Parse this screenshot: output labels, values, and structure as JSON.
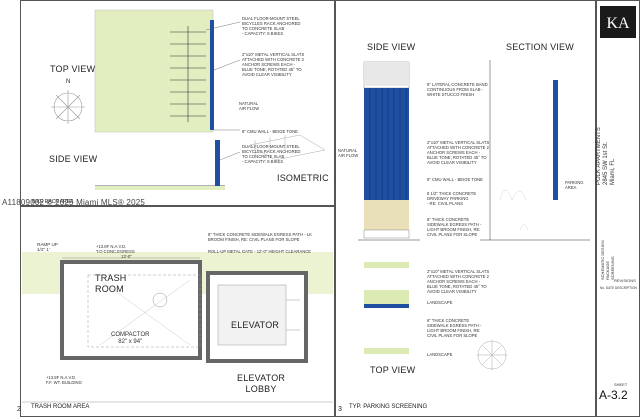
{
  "watermark": "A11809002 © 2025 Miami MLS® 2025",
  "panel1": {
    "top_view": "TOP VIEW",
    "compass_n": "N",
    "side_view": "SIDE VIEW",
    "isometric": "ISOMETRIC",
    "notes": [
      "DUAL FLOOR-MOUNT STEEL\nBICYCLES RACK ANCHORED\nTO CONCRETE SLAB\n- CAPACITY: 8 BIKES",
      "2\"x10\" METAL VERTICAL SLATS\nATTACHED WITH CONCRETE 2\nANCHOR SCREWS EACH -\nBLUE TONE, ROTATED 45° TO\nAVOID CLEAR VISIBILITY",
      "NATURAL\nAIR FLOW",
      "8\" CMU WALL - BEIGE TONE",
      "DUAL FLOOR-MOUNT STEEL\nBICYCLES RACK ANCHORED\nTO CONCRETE SLAB\n- CAPACITY: 8 BIKES"
    ],
    "caption": "BIKE RACK AREA"
  },
  "panel2": {
    "ramp_up": "RAMP UP\n1/2\"    1'",
    "elev_a": "+13.8F N.A.V.D.\nT.O CONC.EGRESS",
    "dim": "13'-0\"",
    "trash_room": "TRASH\nROOM",
    "compactor": "COMPACTOR\n82\" x 94\"",
    "elevator": "ELEVATOR",
    "elevator_lobby": "ELEVATOR\nLOBBY",
    "elev_b": "+13.8F N.A.V.D.\nF.F. WT. BUILDING",
    "note1": "8\" THICK CONCRETE SIDEWALK EGRESS PATH - LK\nBROOM FINISH, RE: CIVIL PLANS FOR SLOPE",
    "note2": "ROLL-UP METAL GATE - 12'-0\" HEIGHT CLEARANCE",
    "number": "2",
    "caption": "TRASH ROOM AREA"
  },
  "panel3": {
    "side_view": "SIDE VIEW",
    "section_view": "SECTION VIEW",
    "top_view": "TOP VIEW",
    "notes": [
      "8\" LATERAL CONCRETE BAND\nCONTINUOUS FROM SLAB -\nWHITE STUCCO FINISH",
      "2\"x10\" METAL VERTICAL SLATS\nATTACHED WITH CONCRETE 2\nANCHOR SCREWS EACH -\nBLUE TONE, ROTATED 45° TO\nAVOID CLEAR VISIBILITY",
      "8\" CMU WALL - BEIGE TONE",
      "8 1/2\" THICK CONCRETE\nDRIVEWAY PARKING\n- RE: CIVIL PLANS",
      "6\" THICK CONCRETE\nSIDEWALK EGRESS PATH -\nLIGHT BROOM FINISH, RE:\nCIVIL PLANS FOR SLOPE",
      "2\"x10\" METAL VERTICAL SLATS\nATTACHED WITH CONCRETE 2\nANCHOR SCREWS EACH -\nBLUE TONE, ROTATED 45° TO\nAVOID CLEAR VISIBILITY",
      "LANDSCAPE",
      "6\" THICK CONCRETE\nSIDEWALK EGRESS PATH -\nLIGHT BROOM FINISH, RE:\nCIVIL PLANS FOR SLOPE",
      "LANDSCAPE"
    ],
    "natural_air_flow": "NATURAL\nAIR FLOW",
    "parking_area": "PARKING\nAREA",
    "number": "3",
    "caption": "TYP. PARKING SCREENING"
  },
  "title_block": {
    "project_name": "POLK APARTMENTS\n2845 SW 1st St.\nMiami, FL",
    "sheet_label": "SHEET",
    "sheet_number": "A-3.2",
    "revisions": "REVISIONS",
    "rev_cols": "No.   DATE    DESCRIPTION",
    "sheet_title": "SCHEMATIC DESIGN PACKAGE\nSCREENING"
  },
  "colors": {
    "slat_blue": "#1f4fa0",
    "landscape_green": "#dcebb4",
    "beige": "#e9dfb8"
  }
}
